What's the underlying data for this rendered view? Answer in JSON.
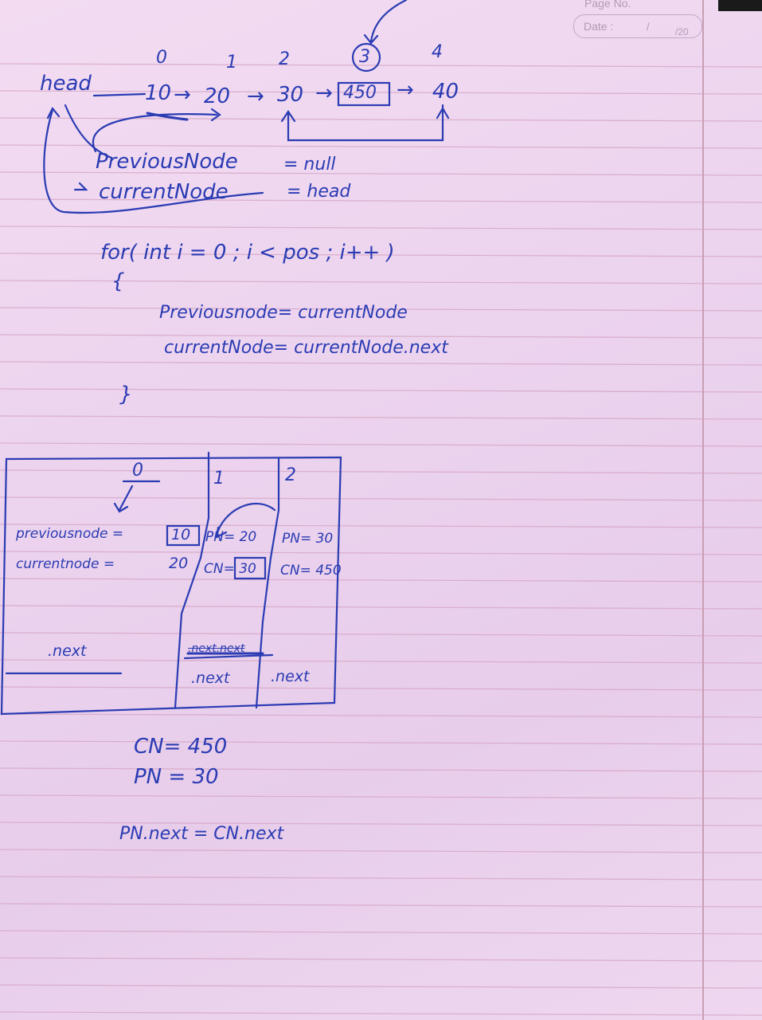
{
  "paper": {
    "page_no_label": "Page No.",
    "date_label": "Date :",
    "date_sep": "/",
    "date_year": "/20"
  },
  "list_diagram": {
    "indices": [
      "0",
      "1",
      "2",
      "3",
      "4"
    ],
    "head_label": "head",
    "nodes": [
      "10",
      "20",
      "30",
      "450",
      "40"
    ],
    "arrow": "→"
  },
  "pointer_init": {
    "previous": "PreviousNode",
    "previous_value": "= null",
    "current": "currentNode",
    "current_value": "= head"
  },
  "loop_code": {
    "for_line": "for( int i = 0 ; i < pos ; i++ )",
    "open_brace": "{",
    "line1": "Previousnode= currentNode",
    "line2": "currentNode= currentNode.next",
    "close_brace": "}"
  },
  "trace_table": {
    "col_headers": [
      "0",
      "1",
      "2"
    ],
    "row_labels": [
      "previousnode =",
      "currentnode ="
    ],
    "col0": [
      "10",
      "20"
    ],
    "col1": [
      "PN= 20",
      "CN= 30"
    ],
    "col2": [
      "PN= 30",
      "CN= 450"
    ],
    "next_label": ".next",
    "col1_next_struck": ".next.next",
    "col1_next": ".next",
    "col2_next": ".next"
  },
  "final": {
    "cn": "CN= 450",
    "pn": "PN = 30",
    "assign": "PN.next = CN.next"
  }
}
